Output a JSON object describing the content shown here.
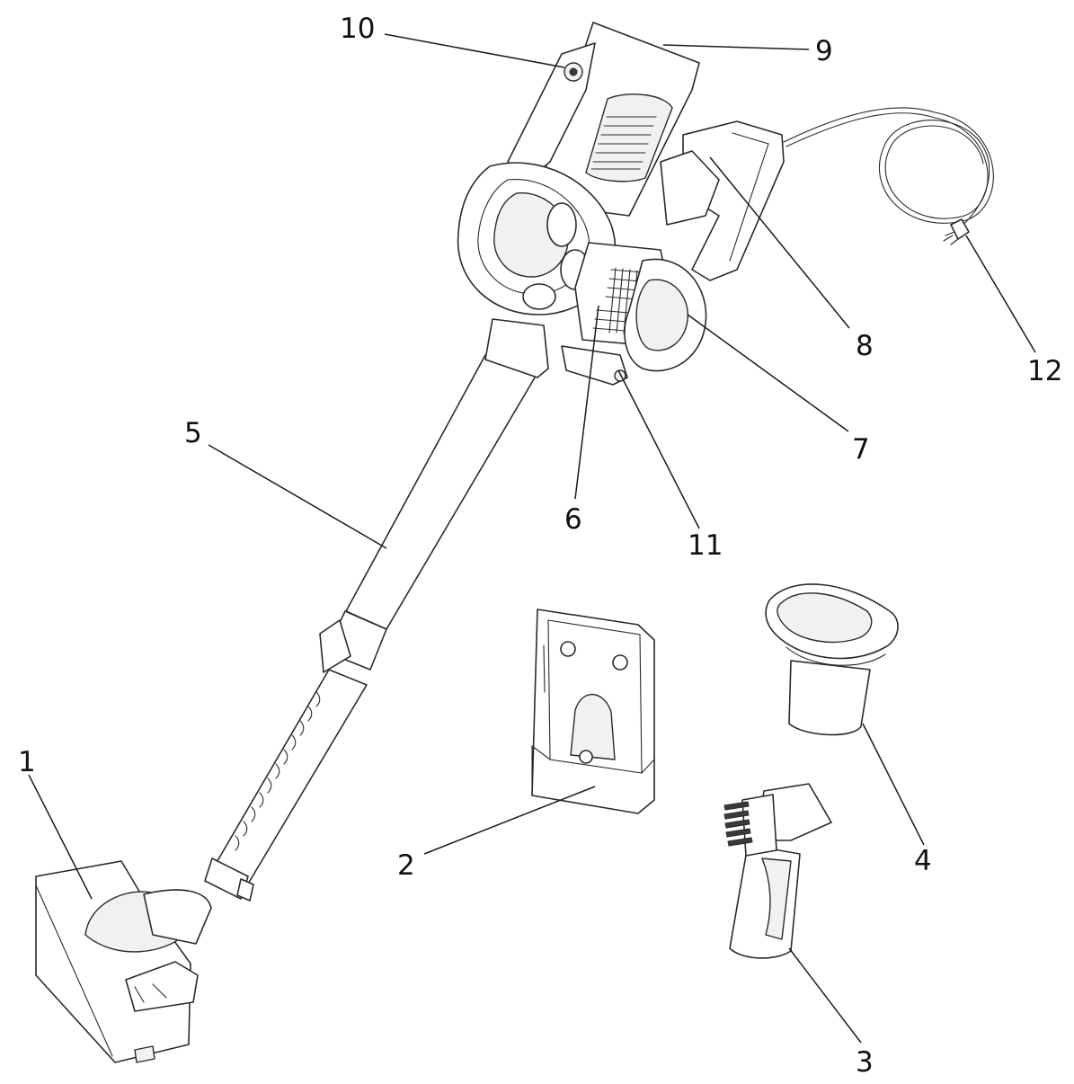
{
  "colors": {
    "line": "#2a2a2a",
    "background": "#ffffff",
    "label": "#111111"
  },
  "callouts": [
    "1",
    "2",
    "3",
    "4",
    "5",
    "6",
    "7",
    "8",
    "9",
    "10",
    "11",
    "12"
  ]
}
